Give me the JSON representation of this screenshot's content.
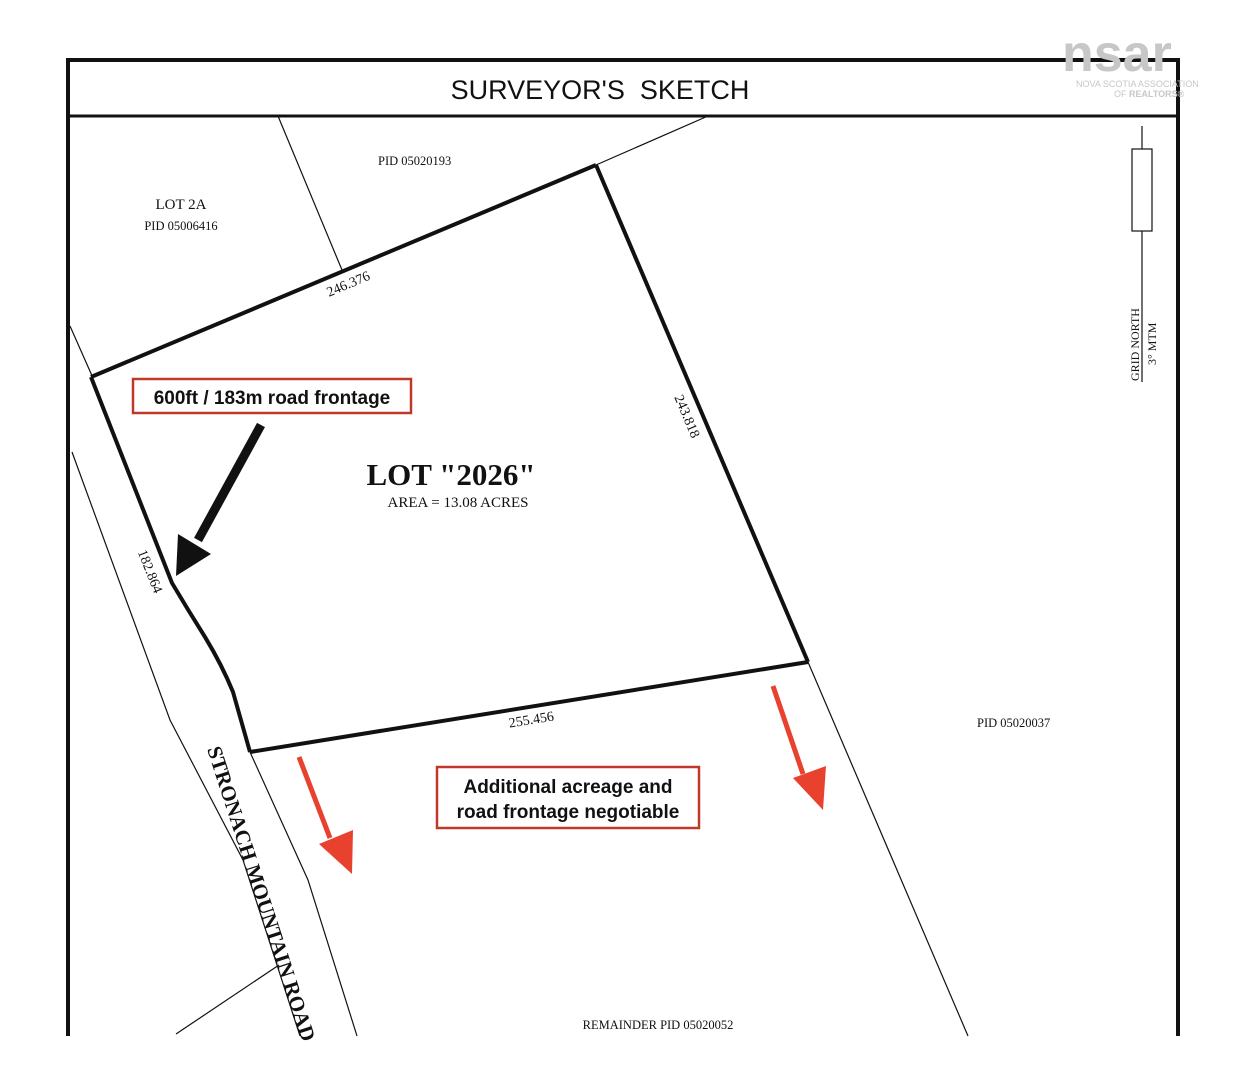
{
  "header": {
    "title": "SURVEYOR'S  SKETCH"
  },
  "logo": {
    "wordmark": "nsar",
    "line1": "NOVA SCOTIA ASSOCIATION",
    "line2_prefix": "OF ",
    "line2_brand": "REALTORS®"
  },
  "north_arrow": {
    "label_main": "GRID NORTH",
    "label_sub": "3° MTM"
  },
  "parcels": {
    "pid_north": "PID 05020193",
    "lot_2a_name": "LOT 2A",
    "lot_2a_pid": "PID 05006416",
    "pid_east": "PID 05020037",
    "remainder": "REMAINDER PID 05020052"
  },
  "lot": {
    "name": "LOT \"2026\"",
    "area": "AREA = 13.08 ACRES"
  },
  "boundaries": {
    "north": "246.376",
    "east": "243.818",
    "south": "255.456",
    "west": "182.864"
  },
  "road": {
    "name": "STRONACH MOUNTAIN ROAD"
  },
  "callouts": {
    "frontage": "600ft / 183m road frontage",
    "additional_line1": "Additional acreage and",
    "additional_line2": "road frontage negotiable"
  },
  "colors": {
    "callout_border": "#c0392b",
    "red_arrow": "#e8422f",
    "black_arrow": "#111111",
    "logo_gray": "#c7c7c7"
  }
}
